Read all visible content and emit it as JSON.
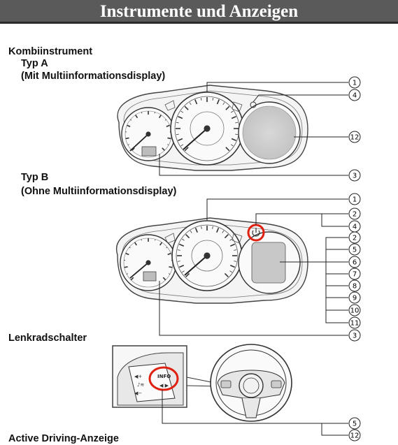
{
  "page": {
    "title": "Instrumente und Anzeigen"
  },
  "sections": {
    "kombi": "Kombiinstrument",
    "typ_a": "Typ A",
    "typ_a_sub": "(Mit Multiinformationsdisplay)",
    "typ_b": "Typ B",
    "typ_b_sub": "(Ohne Multiinformationsdisplay)",
    "lenkrad": "Lenkradschalter",
    "active": "Active Driving-Anzeige"
  },
  "callouts": {
    "typ_a": [
      "1",
      "4",
      "12",
      "3"
    ],
    "typ_b": [
      "1",
      "2",
      "4",
      "2",
      "5",
      "6",
      "7",
      "8",
      "9",
      "10",
      "11",
      "3"
    ],
    "lenkrad": [
      "5",
      "12"
    ]
  },
  "switch_labels": {
    "info": "INFO"
  },
  "colors": {
    "highlight": "#e02010",
    "title_bar": "#5a5a5a"
  }
}
